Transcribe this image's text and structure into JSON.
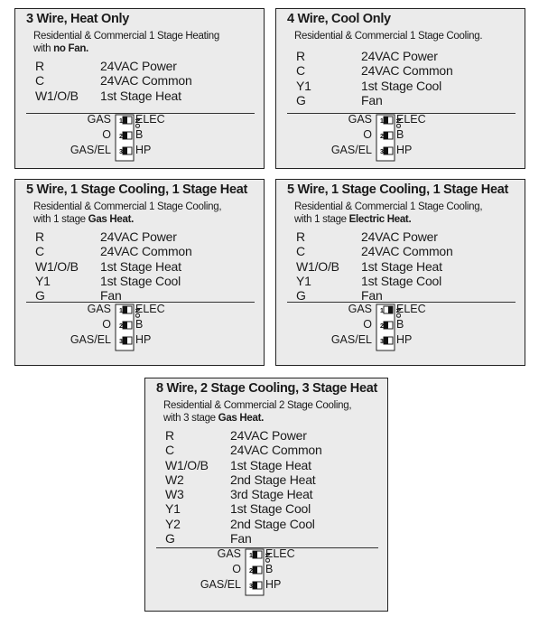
{
  "panels": [
    {
      "title": "3 Wire, Heat Only",
      "desc_line1": "Residential & Commercial 1 Stage Heating",
      "desc_line2_pre": "with ",
      "desc_line2_bold": "no Fan.",
      "wires": [
        {
          "terminal": "R",
          "desc": "24VAC Power"
        },
        {
          "terminal": "C",
          "desc": "24VAC Common"
        },
        {
          "terminal": "W1/O/B",
          "desc": "1st Stage Heat"
        }
      ],
      "switch1_position": "left"
    },
    {
      "title": "4 Wire, Cool Only",
      "desc_line1": "Residential & Commercial 1 Stage Cooling.",
      "desc_line2_pre": "",
      "desc_line2_bold": "",
      "wires": [
        {
          "terminal": "R",
          "desc": "24VAC Power"
        },
        {
          "terminal": "C",
          "desc": "24VAC Common"
        },
        {
          "terminal": "Y1",
          "desc": "1st Stage Cool"
        },
        {
          "terminal": "G",
          "desc": "Fan"
        }
      ],
      "switch1_position": "left"
    },
    {
      "title": "5 Wire, 1 Stage Cooling, 1 Stage Heat",
      "desc_line1": "Residential & Commercial 1 Stage Cooling,",
      "desc_line2_pre": "with 1 stage ",
      "desc_line2_bold": "Gas Heat.",
      "wires": [
        {
          "terminal": "R",
          "desc": "24VAC Power"
        },
        {
          "terminal": "C",
          "desc": "24VAC Common"
        },
        {
          "terminal": "W1/O/B",
          "desc": "1st Stage Heat"
        },
        {
          "terminal": "Y1",
          "desc": "1st Stage Cool"
        },
        {
          "terminal": "G",
          "desc": "Fan"
        }
      ],
      "switch1_position": "left"
    },
    {
      "title": "5 Wire, 1 Stage Cooling, 1 Stage Heat",
      "desc_line1": "Residential & Commercial 1 Stage Cooling,",
      "desc_line2_pre": "with 1 stage ",
      "desc_line2_bold": "Electric Heat.",
      "wires": [
        {
          "terminal": "R",
          "desc": "24VAC Power"
        },
        {
          "terminal": "C",
          "desc": "24VAC Common"
        },
        {
          "terminal": "W1/O/B",
          "desc": "1st Stage Heat"
        },
        {
          "terminal": "Y1",
          "desc": "1st Stage Cool"
        },
        {
          "terminal": "G",
          "desc": "Fan"
        }
      ],
      "switch1_position": "right"
    },
    {
      "title": "8 Wire, 2 Stage Cooling, 3 Stage Heat",
      "desc_line1": "Residential & Commercial 2 Stage Cooling,",
      "desc_line2_pre": "with 3 stage ",
      "desc_line2_bold": "Gas Heat.",
      "wires": [
        {
          "terminal": "R",
          "desc": "24VAC Power"
        },
        {
          "terminal": "C",
          "desc": "24VAC Common"
        },
        {
          "terminal": "W1/O/B",
          "desc": "1st Stage Heat"
        },
        {
          "terminal": "W2",
          "desc": "2nd Stage Heat"
        },
        {
          "terminal": "W3",
          "desc": "3rd Stage Heat"
        },
        {
          "terminal": "Y1",
          "desc": "1st Stage Cool"
        },
        {
          "terminal": "Y2",
          "desc": "2nd Stage Cool"
        },
        {
          "terminal": "G",
          "desc": "Fan"
        }
      ],
      "switch1_position": "left"
    }
  ],
  "dip_switch": {
    "left_labels": [
      "GAS",
      "O",
      "GAS/EL"
    ],
    "right_labels": [
      "ELEC",
      "B",
      "HP"
    ],
    "numbers": [
      "1",
      "2",
      "3"
    ],
    "on_label": "ON"
  }
}
